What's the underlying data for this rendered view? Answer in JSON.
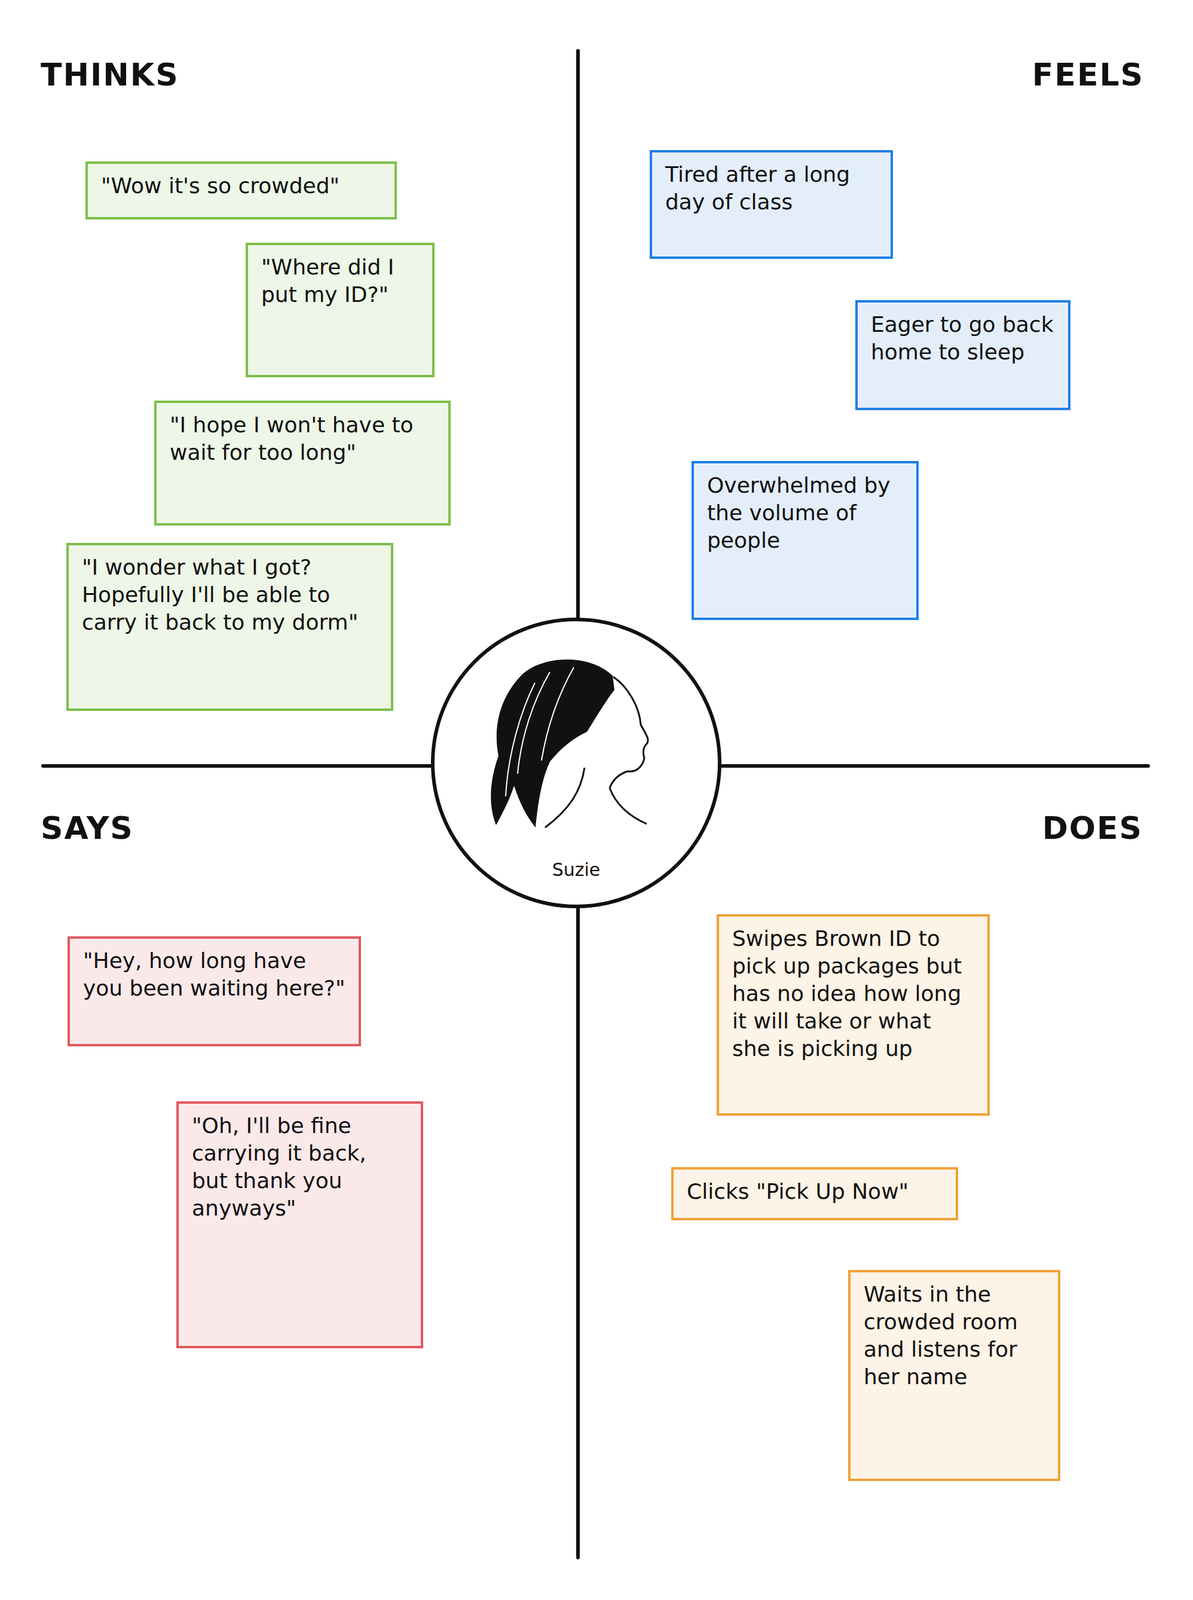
{
  "diagram": {
    "nodes": [
      {
        "text": [
          "\"Wow it's so crowded\""
        ]
      },
      {
        "text": [
          "\"Where did I put my ID?\""
        ]
      },
      {
        "text": [
          "\"I hope I won't have to wait for too long\""
        ]
      },
      {
        "text": [
          "\"I wonder what I got? Hopefully I'll be able to carry it back to my dorm\""
        ]
      },
      {
        "text": [
          "Tired after a long day of class"
        ]
      },
      {
        "text": [
          "Eager to go back home to sleep"
        ]
      },
      {
        "text": [
          "Overwhelmed by the volume of people"
        ]
      },
      {
        "text": [
          "Suzie"
        ]
      },
      {
        "text": [
          "\"Hey, how long have you been waiting here?\""
        ]
      },
      {
        "text": [
          "\"Oh, I'll be fine carrying it back, but thank you anyways\""
        ]
      },
      {
        "text": [
          "Swipes Brown ID to pick up packages but has no idea how long it will take or what she is picking up"
        ]
      },
      {
        "text": [
          "Clicks \"Pick Up Now\""
        ]
      },
      {
        "text": [
          "Waits in the crowded room and listens for her name"
        ]
      }
    ],
    "labels": [
      "THINKS",
      "FEELS",
      "SAYS",
      "DOES"
    ]
  }
}
